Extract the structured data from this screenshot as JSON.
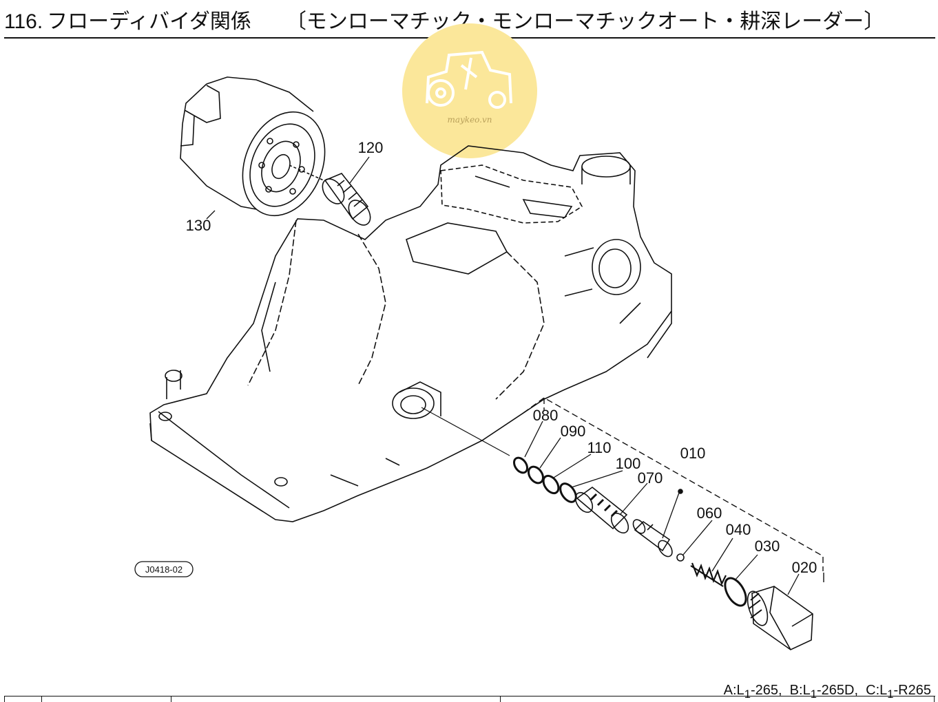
{
  "title": {
    "number": "116.",
    "name": "フローディバイダ関係",
    "models": "〔モンローマチック・モンローマチックオート・耕深レーダー〕"
  },
  "watermark": {
    "text": "maykeo.vn",
    "circle_color": "#fbe79a",
    "icon": "tractor-icon"
  },
  "diagram_ref": "J0418-02",
  "parts": [
    "010",
    "020",
    "030",
    "040",
    "060",
    "070",
    "080",
    "090",
    "100",
    "110",
    "120",
    "130"
  ],
  "model_note": {
    "a_prefix": "A:L",
    "a_sub": "1",
    "a_suffix": "-265,",
    "b_prefix": "B:L",
    "b_sub": "1",
    "b_suffix": "-265D,",
    "c_prefix": "C:L",
    "c_sub": "1",
    "c_suffix": "-R265"
  }
}
